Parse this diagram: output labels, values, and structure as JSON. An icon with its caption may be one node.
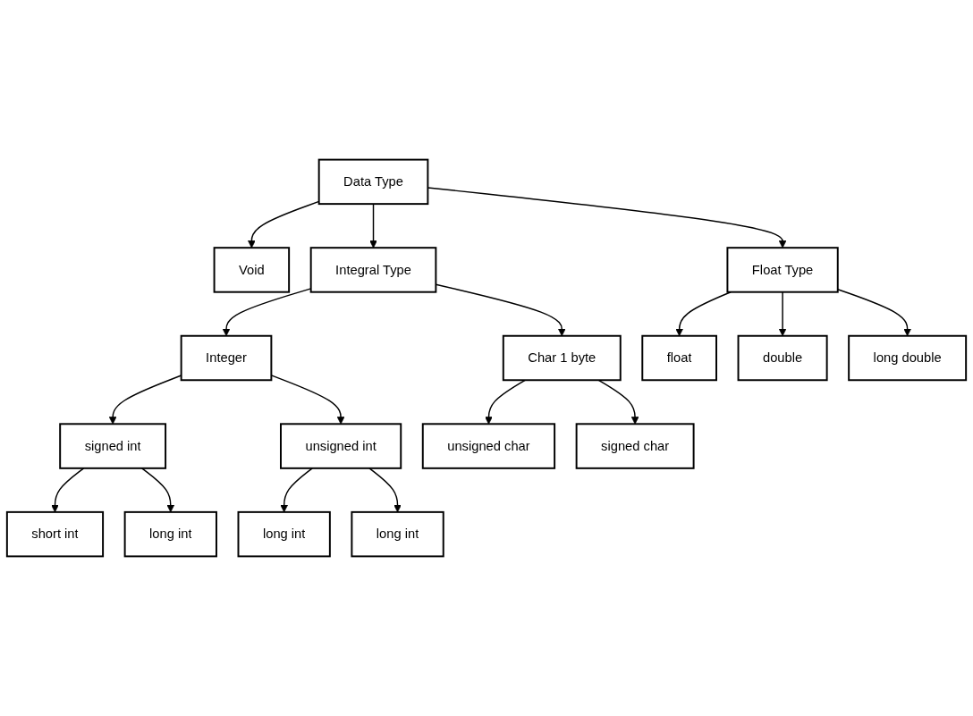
{
  "diagram": {
    "nodes": [
      {
        "text": [
          "Data Type"
        ]
      },
      {
        "text": [
          "Void"
        ]
      },
      {
        "text": [
          "Integral Type"
        ]
      },
      {
        "text": [
          "Float Type"
        ]
      },
      {
        "text": [
          "Integer"
        ]
      },
      {
        "text": [
          "Char 1 byte"
        ]
      },
      {
        "text": [
          "float"
        ]
      },
      {
        "text": [
          "double"
        ]
      },
      {
        "text": [
          "long double"
        ]
      },
      {
        "text": [
          "signed int"
        ]
      },
      {
        "text": [
          "unsigned int"
        ]
      },
      {
        "text": [
          "unsigned char"
        ]
      },
      {
        "text": [
          "signed char"
        ]
      },
      {
        "text": [
          "short int"
        ]
      },
      {
        "text": [
          "long int"
        ]
      },
      {
        "text": [
          "long int"
        ]
      },
      {
        "text": [
          "long int"
        ]
      }
    ],
    "edges": [
      {
        "from": 0,
        "to": 2,
        "arrow": "to"
      },
      {
        "from": 0,
        "to": 1,
        "arrow": "to"
      },
      {
        "from": 0,
        "to": 3,
        "arrow": "to"
      },
      {
        "from": 2,
        "to": 4,
        "arrow": "to"
      },
      {
        "from": 2,
        "to": 5,
        "arrow": "to"
      },
      {
        "from": 3,
        "to": 6,
        "arrow": "to"
      },
      {
        "from": 3,
        "to": 7,
        "arrow": "to"
      },
      {
        "from": 3,
        "to": 8,
        "arrow": "to"
      },
      {
        "from": 4,
        "to": 9,
        "arrow": "to"
      },
      {
        "from": 4,
        "to": 10,
        "arrow": "to"
      },
      {
        "from": 5,
        "to": 11,
        "arrow": "to"
      },
      {
        "from": 5,
        "to": 12,
        "arrow": "to"
      },
      {
        "from": 9,
        "to": 13,
        "arrow": "to"
      },
      {
        "from": 9,
        "to": 14,
        "arrow": "to"
      },
      {
        "from": 10,
        "to": 15,
        "arrow": "to"
      },
      {
        "from": 10,
        "to": 16,
        "arrow": "to"
      }
    ]
  }
}
